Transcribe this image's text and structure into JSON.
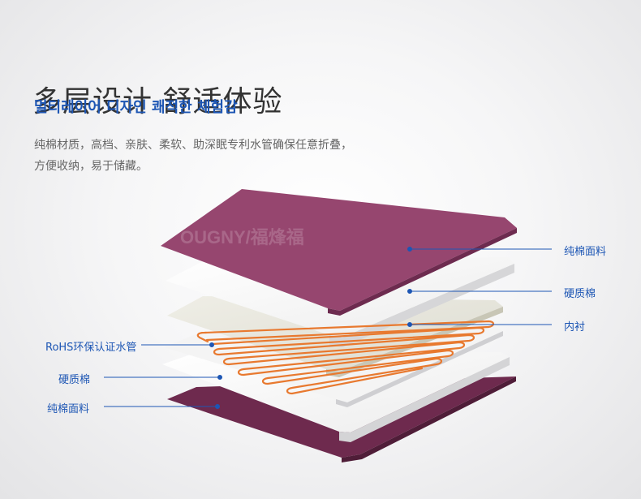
{
  "header": {
    "title": "多层设计 舒适体验",
    "subtitle": "멀티레이어 디자인  쾌적한 체험감",
    "desc_line1": "纯棉材质，高档、亲肤、柔软、助深眠专利水管确保任意折叠，",
    "desc_line2": "方便收纳，易于储藏。"
  },
  "watermark": "OUGNY/福烽福",
  "labels_right": {
    "top_fabric": "纯棉面料",
    "hard_cotton": "硬质棉",
    "lining": "内衬"
  },
  "labels_left": {
    "water_pipe": "RoHS环保认证水管",
    "hard_cotton": "硬质棉",
    "bottom_fabric": "纯棉面料"
  },
  "colors": {
    "fabric_top": "#96466f",
    "fabric_bottom": "#6e2a4e",
    "pipe": "#e8792f",
    "accent_blue": "#1d56b4"
  }
}
